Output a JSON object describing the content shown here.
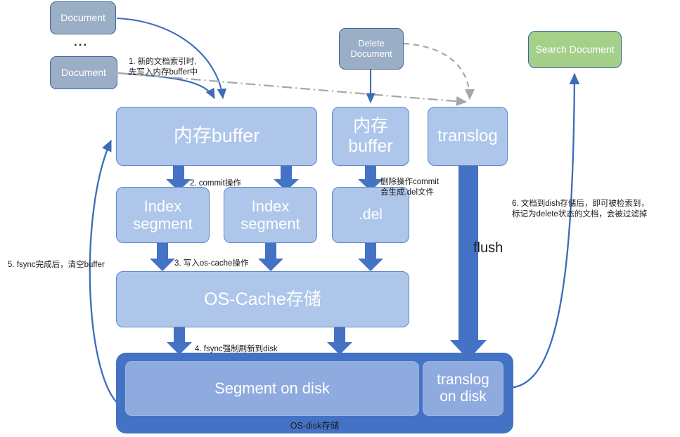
{
  "diagram": {
    "title": "Elasticsearch write / flush / search flow",
    "colors": {
      "document_fill": "#9aaec6",
      "memory_fill": "#adc6ea",
      "search_fill": "#a5d08a",
      "disk_fill": "#4472c4",
      "disk_inner_fill": "#8faade",
      "arrow_blue": "#4472c4",
      "thin_arrow_blue": "#3d6cb9",
      "dash_gray": "#a6a6a6",
      "note_text": "#1b1b1b"
    },
    "nodes": {
      "document_top": "Document",
      "document_bottom": "Document",
      "ellipsis": "...",
      "delete_document": "Delete\nDocument",
      "search_document": "Search Document",
      "memory_buffer_main": "内存buffer",
      "memory_buffer_small": "内存\nbuffer",
      "translog": "translog",
      "index_segment_1": "Index\nsegment",
      "index_segment_2": "Index\nsegment",
      "del_file": ".del",
      "os_cache": "OS-Cache存储",
      "segment_on_disk": "Segment on disk",
      "translog_on_disk": "translog\non disk",
      "os_disk_caption": "OS-disk存储"
    },
    "annotations": {
      "step1": "1. 新的文档索引时,\n先写入内存buffer中",
      "step2": "2. commit操作",
      "step3": "3. 写入os-cache操作",
      "step4": "4. fsync强制刷新到disk",
      "step5": "5. fsync完成后，清空buffer",
      "step6": "6. 文档到dish存储后，即可被检索到，\n标记为delete状态的文档，会被过滤掉",
      "delete_commit": "删除操作commit\n会生成.del文件",
      "flush": "flush"
    }
  }
}
